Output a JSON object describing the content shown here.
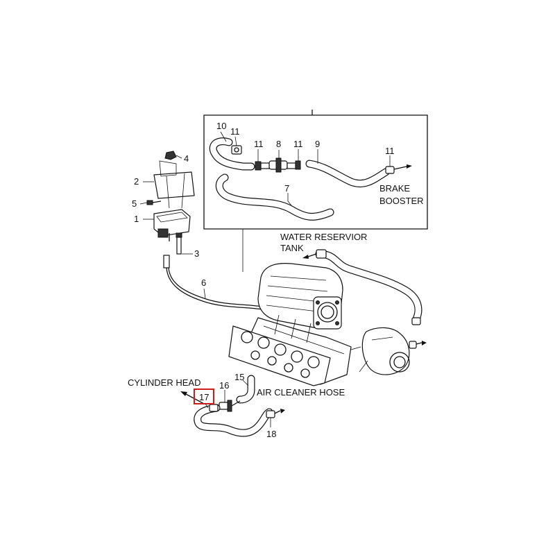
{
  "callouts": {
    "p1": "1",
    "p2": "2",
    "p3": "3",
    "p4": "4",
    "p5": "5",
    "p6": "6",
    "p7": "7",
    "p8": "8",
    "p9": "9",
    "p10": "10",
    "p11a": "11",
    "p11b": "11",
    "p11c": "11",
    "p11d": "11",
    "p15": "15",
    "p16": "16",
    "p17": "17",
    "p18": "18"
  },
  "labels": {
    "brake_line1": "BRAKE",
    "brake_line2": "BOOSTER",
    "water_line1": "WATER RESERVIOR",
    "water_line2": "TANK",
    "cylinder_head": "CYLINDER HEAD",
    "air_cleaner": "AIR CLEANER HOSE"
  },
  "highlight": {
    "part": "17",
    "color": "#d11a1a"
  }
}
